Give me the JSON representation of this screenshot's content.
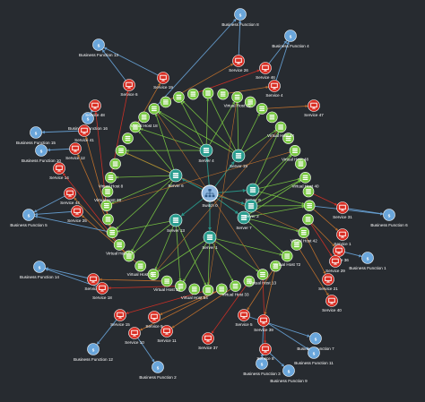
{
  "diagram": {
    "root": {
      "label": "Switch 0"
    },
    "colors": {
      "background": "#272b30",
      "root": "#8fb8e0",
      "service": "#2a9d8f",
      "host": "#7ac943",
      "render_service": "#d93025",
      "business": "#6aa6db",
      "edge_green": "#7ac943",
      "edge_orange": "#c8742c",
      "edge_red": "#d93025",
      "edge_blue": "#6aa6db",
      "edge_teal": "#2a9d8f"
    },
    "services": [
      {
        "label": "Server 6"
      },
      {
        "label": "Server 4"
      },
      {
        "label": "Server 19"
      },
      {
        "label": "Server 9"
      },
      {
        "label": "Server 7"
      },
      {
        "label": "Server 1"
      },
      {
        "label": "Server 13"
      },
      {
        "label": "Server 2"
      }
    ],
    "host_labels": [
      {
        "label": "Virtual Host 18"
      },
      {
        "label": "Virtual Host 8"
      },
      {
        "label": "Virtual Host 38"
      },
      {
        "label": "Virtual Host 53"
      },
      {
        "label": "Virtual Host 71"
      },
      {
        "label": "Virtual Host 34"
      },
      {
        "label": "Virtual Host 54"
      },
      {
        "label": "Virtual Host 42"
      },
      {
        "label": "Virtual Host 40"
      },
      {
        "label": "Virtual Host 48"
      },
      {
        "label": "Virtual Host 44"
      },
      {
        "label": "Virtual Host 13"
      },
      {
        "label": "Virtual Host 33"
      },
      {
        "label": "Virtual Host 72"
      },
      {
        "label": "Virtual Host 29"
      }
    ],
    "render_services": [
      {
        "label": "Service 6"
      },
      {
        "label": "Service 19"
      },
      {
        "label": "Service 26"
      },
      {
        "label": "Service 46"
      },
      {
        "label": "Service 4"
      },
      {
        "label": "Service 47"
      },
      {
        "label": "Service 48"
      },
      {
        "label": "Service 41"
      },
      {
        "label": "Service 12"
      },
      {
        "label": "Service 14"
      },
      {
        "label": "Service 44"
      },
      {
        "label": "Service 25"
      },
      {
        "label": "Service 31"
      },
      {
        "label": "Service 1"
      },
      {
        "label": "Service 36"
      },
      {
        "label": "Service 29"
      },
      {
        "label": "Service 21"
      },
      {
        "label": "Service 40"
      },
      {
        "label": "Service 15"
      },
      {
        "label": "Service 9"
      },
      {
        "label": "Service 7"
      },
      {
        "label": "Service 18"
      },
      {
        "label": "Service 10"
      },
      {
        "label": "Service 11"
      },
      {
        "label": "Service 37"
      },
      {
        "label": "Service 5"
      },
      {
        "label": "Service 39"
      },
      {
        "label": "Service 8"
      }
    ],
    "business_functions": [
      {
        "label": "Business Function 8"
      },
      {
        "label": "Business Function 13"
      },
      {
        "label": "Business Function 4"
      },
      {
        "label": "Business Function 16"
      },
      {
        "label": "Business Function 15"
      },
      {
        "label": "Business Function 10"
      },
      {
        "label": "Business Function 5"
      },
      {
        "label": "Business Function 14"
      },
      {
        "label": "Business Function 6"
      },
      {
        "label": "Business Function 1"
      },
      {
        "label": "Business Function 12"
      },
      {
        "label": "Business Function 2"
      },
      {
        "label": "Business Function 3"
      },
      {
        "label": "Business Function 7"
      },
      {
        "label": "Business Function 11"
      },
      {
        "label": "Business Function 9"
      }
    ]
  }
}
